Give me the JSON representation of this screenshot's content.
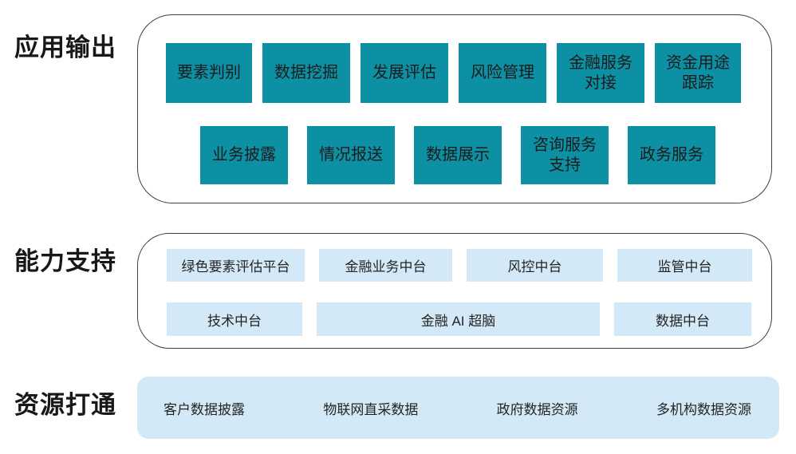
{
  "colors": {
    "teal_box": "#0d90a4",
    "light_blue_box": "#d3e9f7",
    "panel_border": "#3f3f3f",
    "text_dark": "#1b1b1b",
    "background": "#ffffff"
  },
  "sections": {
    "app_output": {
      "title": "应用输出",
      "row1": [
        "要素判别",
        "数据挖掘",
        "发展评估",
        "风险管理",
        "金融服务\n对接",
        "资金用途\n跟踪"
      ],
      "row2": [
        "业务披露",
        "情况报送",
        "数据展示",
        "咨询服务\n支持",
        "政务服务"
      ]
    },
    "capability": {
      "title": "能力支持",
      "row1": [
        "绿色要素评估平台",
        "金融业务中台",
        "风控中台",
        "监管中台"
      ],
      "row2": [
        "技术中台",
        "金融 AI 超脑",
        "数据中台"
      ]
    },
    "resources": {
      "title": "资源打通",
      "items": [
        "客户数据披露",
        "物联网直采数据",
        "政府数据资源",
        "多机构数据资源"
      ]
    }
  }
}
